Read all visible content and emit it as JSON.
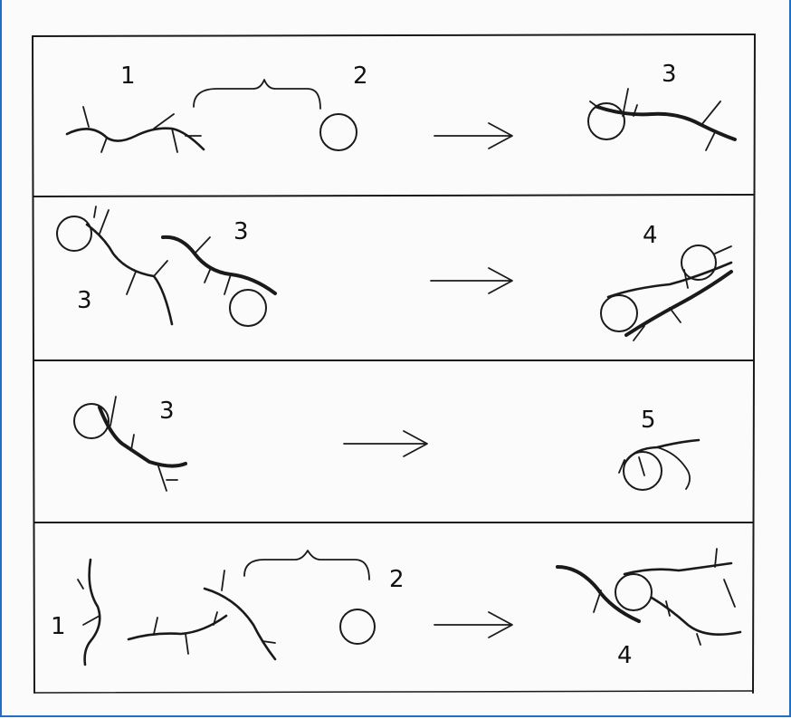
{
  "rows": [
    {
      "left_labels": [
        "1",
        "2"
      ],
      "product_label": "3"
    },
    {
      "left_labels": [
        "3",
        "3"
      ],
      "product_label": "4"
    },
    {
      "left_labels": [
        "3"
      ],
      "product_label": "5"
    },
    {
      "left_labels": [
        "1",
        "2"
      ],
      "product_label": "4"
    }
  ],
  "colors": {
    "frame_border": "#1f6fc9",
    "ink": "#1a1a1a"
  }
}
